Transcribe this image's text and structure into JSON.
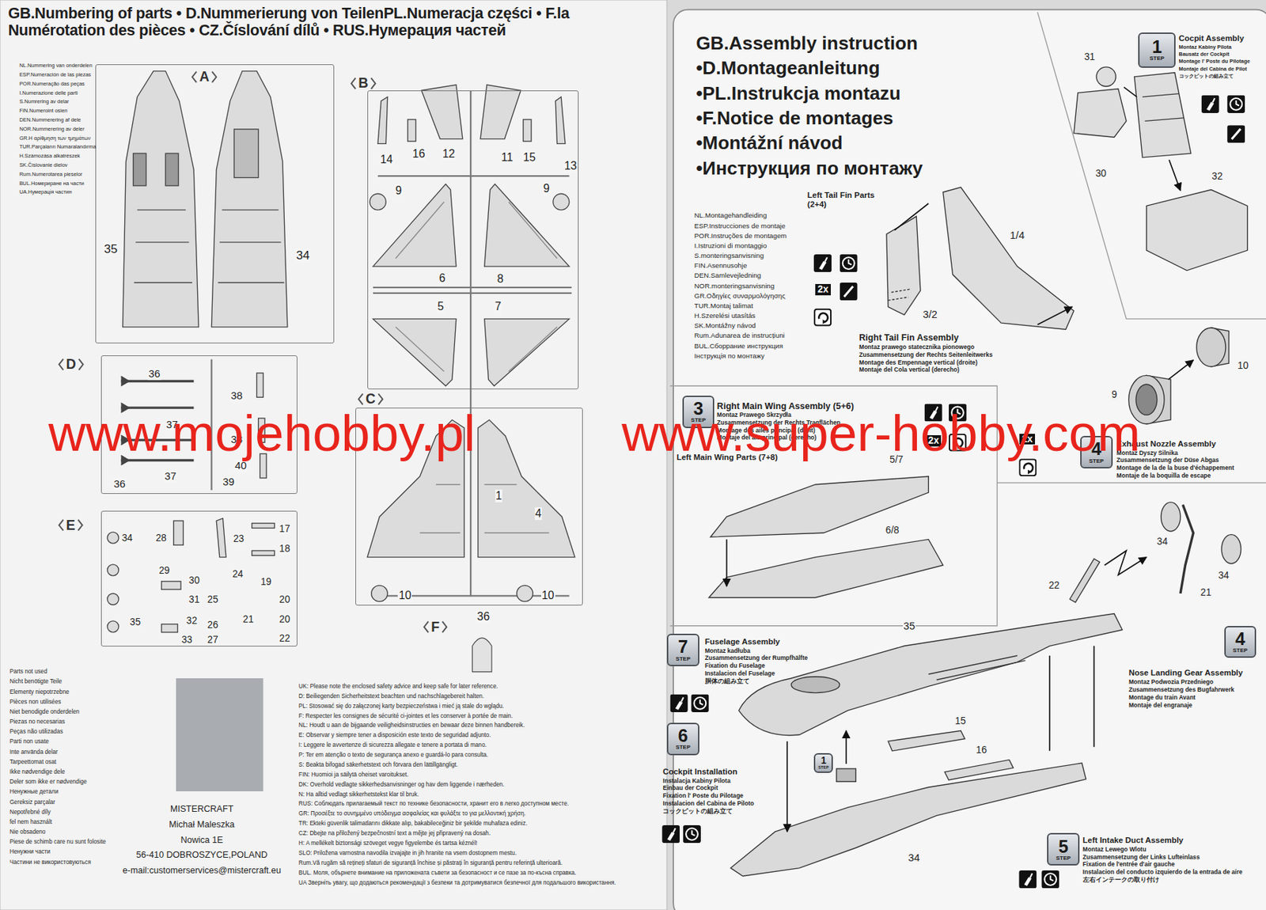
{
  "diagram": {
    "title": "GB.Numbering of parts • D.Nummerierung von TeilenPL.Numeracja części • F.la Numérotation des pièces • CZ.Číslování dílů • RUS.Нумерация частей",
    "nodes": [
      {
        "text": [
          "A"
        ]
      },
      {
        "text": [
          "B"
        ]
      },
      {
        "text": [
          "C"
        ]
      },
      {
        "text": [
          "D"
        ]
      },
      {
        "text": [
          "E"
        ]
      },
      {
        "text": [
          "F"
        ]
      },
      {
        "text": [
          "1",
          "STEP"
        ]
      },
      {
        "text": [
          "3",
          "STEP"
        ]
      },
      {
        "text": [
          "4",
          "STEP"
        ]
      },
      {
        "text": [
          "4",
          "STEP"
        ]
      },
      {
        "text": [
          "7",
          "STEP"
        ]
      },
      {
        "text": [
          "6",
          "STEP"
        ]
      },
      {
        "text": [
          "1",
          "STEP"
        ]
      },
      {
        "text": [
          "5",
          "STEP"
        ]
      }
    ],
    "labels": [
      "NL.Nummering van onderdelen",
      "ESP.Numeración de las piezas",
      "POR.Numeração das peças",
      "I.Numerazione delle parti",
      "S.Numrering av delar",
      "FIN.Numeroint osien",
      "DEN.Nummerering af dele",
      "NOR.Nummerering av deler",
      "GR.Η αρίθμηση των τμημάτων",
      "TUR.Parçaların Numaralandırma",
      "H.Számozása alkatrészek",
      "SK.Číslovanie dielov",
      "Rum.Numerotarea pieselor",
      "BUL.Номериране на части",
      "UA.Нумерація частин",
      "35",
      "34",
      "14",
      "16",
      "12",
      "11",
      "15",
      "13",
      "9",
      "9",
      "6",
      "8",
      "5",
      "7",
      "1",
      "4",
      "10",
      "10",
      "36",
      "36",
      "38",
      "37",
      "38",
      "37",
      "40",
      "36",
      "39",
      "34",
      "28",
      "23",
      "17",
      "18",
      "29",
      "30",
      "24",
      "19",
      "31",
      "25",
      "20",
      "35",
      "32",
      "26",
      "21",
      "20",
      "33",
      "27",
      "22",
      "Parts not used",
      "Nicht benötigte Teile",
      "Elementy niepotrzebne",
      "Pièces non utilisées",
      "Niet benodigde onderdelen",
      "Piezas no necesarias",
      "Peças não utilizadas",
      "Parti non usate",
      "Inte använda delar",
      "Tarpeettomat osat",
      "Ikke nødvendige dele",
      "Deler som ikke er nødvendige",
      "Ненужные детали",
      "Gereksiz parçalar",
      "Nepotřebné díly",
      "fel nem használt",
      "Nie obsadeno",
      "Piese de schimb care nu sunt folosite",
      "Ненужни части",
      "Частини не використовуються",
      "UK: Please note the enclosed safety advice and keep safe for later reference.",
      "D: Beiliegenden Sicherheitstext beachten und nachschlagebereit halten.",
      "PL: Stosować się do załączonej karty bezpieczeństwa i mieć ją stale do wglądu.",
      "F: Respecter les consignes de sécurité ci-jointes et les conserver à portée de main.",
      "NL: Houdt u aan de bijgaande veiligheidsinstructies en bewaar deze binnen handbereik.",
      "E: Observar y siempre tener a disposición este texto de seguridad adjunto.",
      "I: Leggere le avvertenze di sicurezza allegate e tenere a portata di mano.",
      "P: Ter em atenção o texto de segurança anexo e guardá-lo para consulta.",
      "S: Beakta bifogad säkerhetstext och förvara den lättillgängligt.",
      "FIN: Huomioi ja säilytä oheiset varoitukset.",
      "DK: Overhold vedlagte sikkerhedsanvisninger og hav dem liggende i nærheden.",
      "N: Ha alltid vedlagt sikkerhetstekst klar til bruk.",
      "RUS: Соблюдать прилагаемый текст по технике безопасности, хранит его в легко доступном месте.",
      "GR: Προσέξτε το συνημμένο υπόδειγμα ασφαλείας και φυλάξτε το για μελλοντική χρήση.",
      "TR: Ekteki güvenlik talimatlarını dikkate alıp, bakabileceğiniz bir şekilde muhafaza ediniz.",
      "CZ: Dbejte na přiložený bezpečnostní text a mějte jej připravený na dosah.",
      "H: A mellékelt biztonsági szöveget vegye figyelembe és tartsa kéznél!",
      "SLO: Priložena varnostna navodila izvajajte in jih hranite na vsem dostopnem mestu.",
      "Rum.Vă rugăm să rețineți sfaturi de siguranță închise și păstrați în siguranță pentru referință ulterioară.",
      "BUL. Моля, обърнете внимание на приложената съвети за безопасност и се пазе за по-късна справка.",
      "UA Зверніть увагу, що додаються рекомендації з безпеки та дотримуватися безпечної для подальшого використання.",
      "MISTERCRAFT",
      "Michał Maleszka",
      "Nowica 1E",
      "56-410 DOBROSZYCE,POLAND",
      "e-mail:customerservices@mistercraft.eu",
      "GB.Assembly instruction",
      "•D.Montageanleitung",
      "•PL.Instrukcja montazu",
      "•F.Notice de montages",
      "•Montážní návod",
      "•Инструкция по монтажу",
      "NL.Montagehandleiding",
      "ESP.Instrucciones de montaje",
      "POR.Instruções de montagem",
      "I.Istruzioni di montaggio",
      "S.monteringsanvisning",
      "FIN.Asennusohje",
      "DEN.Samlevejledning",
      "NOR.monteringsanvisning",
      "GR.Οδηγίες συναρμολόγησης",
      "TUR.Montaj talimat",
      "H.Szerelési utasítás",
      "SK.Montážny návod",
      "Rum.Adunarea de instrucțiuni",
      "BUL.Сборрание инструкция",
      "Інструкція по монтажу",
      "Left Tail Fin Parts (2+4)",
      "1/4",
      "3/2",
      "2x",
      "Right Tail Fin Assembly",
      "Montaz prawego statecznika pionowego",
      "Zusammensetzung der Rechts Seitenleitwerks",
      "Montage des Empennage vertical (droite)",
      "Montaje del Cola vertical (derecho)",
      "Cocpit Assembly",
      "Montaz Kabiny Pilota",
      "Bausatz der Cockpit",
      "Montage l' Poste du Pilotage",
      "Montaje del Cabina de Pilot",
      "コックピットの組み立て",
      "31",
      "30",
      "32",
      "9",
      "10",
      "2x",
      "Exhaust Nozzle Assembly",
      "Montaz Dyszy Silnika",
      "Zusammensetzung der Düse Abgas",
      "Montage de la de la buse d'échappement",
      "Montaje de la boquilla de escape",
      "Right Main Wing Assembly (5+6)",
      "Montaz Prawego Skrzydła",
      "Zusammensetzung der Rechts Tragflächen",
      "Montage des ailes principal (droit)",
      "Montaje del ala principal (derecho)",
      "2x",
      "Left Main Wing Parts (7+8)",
      "5/7",
      "6/8",
      "34",
      "34",
      "22",
      "21",
      "Nose Landing Gear Assembly",
      "Montaz Podwozia Przedniego",
      "Zusammensetzung des Bugfahrwerk",
      "Montage du train Avant",
      "Montaje del engranaje",
      "Fuselage Assembly",
      "Montaz kadłuba",
      "Zusammensetzung der Rumpfhälfte",
      "Fixation du Fuselage",
      "Instalacion del Fuselage",
      "胴体の組み立て",
      "35",
      "15",
      "16",
      "34",
      "Cockpit Installation",
      "Instalacja Kabiny Pilota",
      "Einbau der Cockpit",
      "Fixation l' Poste du Pilotage",
      "Instalacion del Cabina de Piloto",
      "コックピットの組み立て",
      "Left Intake Duct Assembly",
      "Montaz Lewego Wlotu",
      "Zusammensetzung der Links Lufteinlass",
      "Fixation de l'entrée d'air gauche",
      "Instalacion del conducto izquierdo de la entrada de aire",
      "左右インテークの取り付け",
      "www.mojehobby.pl",
      "www.super-hobby.com"
    ]
  }
}
